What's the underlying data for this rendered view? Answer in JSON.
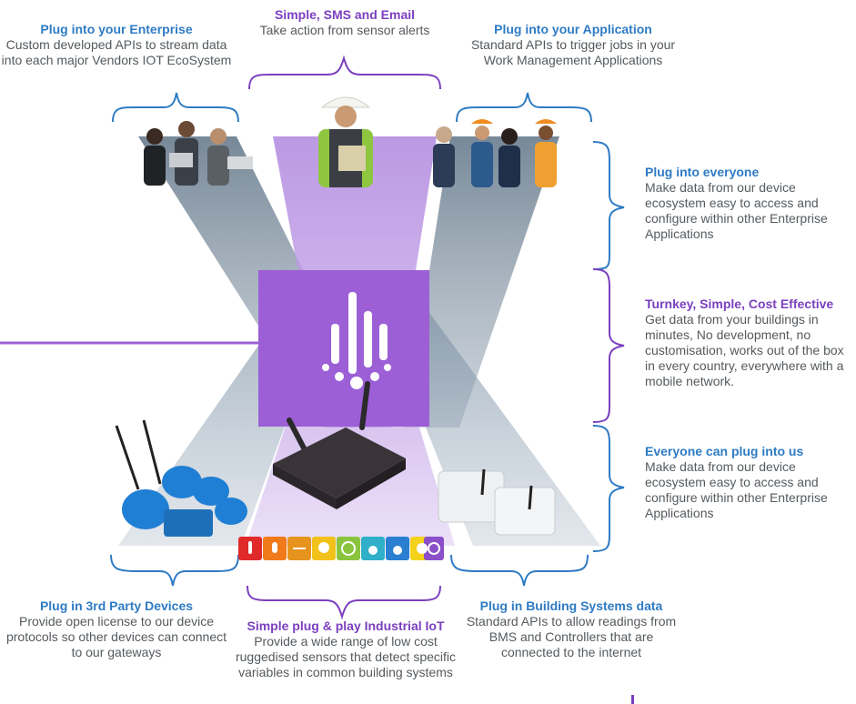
{
  "top_left": {
    "title": "Plug into your Enterprise",
    "body": "Custom developed APIs to stream data into each major Vendors IOT EcoSystem"
  },
  "top_center": {
    "title": "Simple, SMS and Email",
    "body": "Take action from sensor alerts"
  },
  "top_right": {
    "title": "Plug into your Application",
    "body": "Standard APIs to trigger jobs in your Work Management Applications"
  },
  "right_1": {
    "title": "Plug into everyone",
    "body": "Make data from our device ecosystem easy to access and configure within other Enterprise Applications"
  },
  "right_2": {
    "title": "Turnkey, Simple, Cost Effective",
    "body": "Get data from your buildings in minutes, No development, no customisation, works out of the box in every country, everywhere with a mobile network."
  },
  "right_3": {
    "title": "Everyone can plug into us",
    "body": "Make data from our device ecosystem easy to access and configure within other Enterprise Applications"
  },
  "bottom_left": {
    "title": "Plug in 3rd Party Devices",
    "body": "Provide open license to our device protocols so other devices can connect to our gateways"
  },
  "bottom_center": {
    "title": "Simple plug & play Industrial IoT",
    "body": "Provide a wide range of low cost ruggedised sensors that detect specific variables in common building systems"
  },
  "bottom_right": {
    "title": "Plug in Building Systems data",
    "body": "Standard APIs to allow readings from BMS and Controllers that are connected to the internet"
  },
  "colors": {
    "blue": "#2e7bc4",
    "purple": "#7b3fbf",
    "hub": "#9c5fd6",
    "beam_gray": "#8c9aa8"
  },
  "icons": [
    "temperature-icon",
    "fire-icon",
    "vibration-icon",
    "light-icon",
    "meter-icon",
    "water-icon",
    "drops-icon",
    "sun-icon",
    "power-icon"
  ]
}
